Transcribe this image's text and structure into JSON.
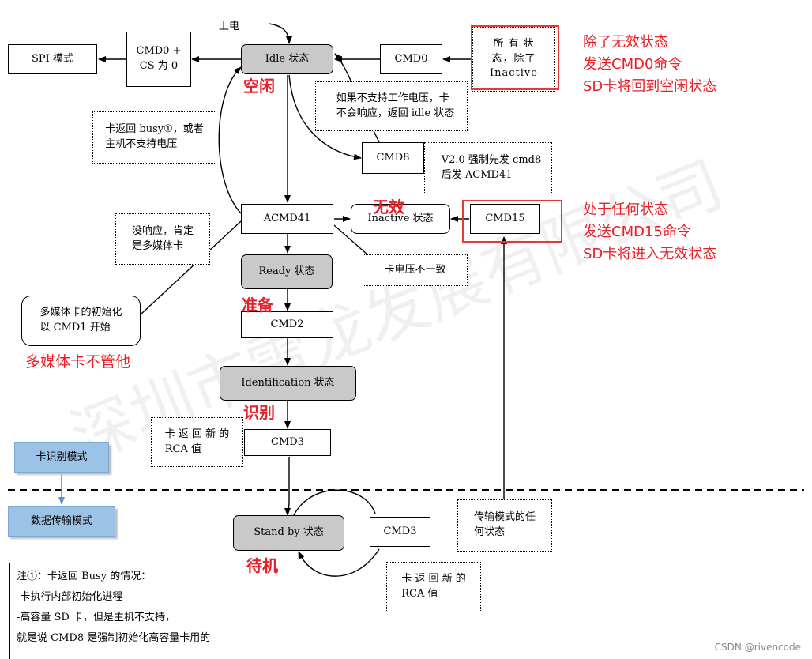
{
  "power_on": "上电",
  "nodes": {
    "spi": "SPI 模式",
    "cmd0_cs": "CMD0 +\nCS 为 0",
    "idle": "Idle 状态",
    "cmd0": "CMD0",
    "any_state": "所 有 状\n态，除了\nInactive",
    "cmd8": "CMD8",
    "acmd41": "ACMD41",
    "inactive": "Inactive 状态",
    "cmd15": "CMD15",
    "ready": "Ready 状态",
    "cmd2": "CMD2",
    "identification": "Identification 状态",
    "cmd3_a": "CMD3",
    "standby": "Stand by 状态",
    "cmd3_b": "CMD3"
  },
  "notes": {
    "busy": "卡返回 busy①，或者\n主机不支持电压",
    "no_support": "如果不支持工作电压，卡\n不会响应，返回 idle 状态",
    "v20": "V2.0 强制先发 cmd8\n后发 ACMD41",
    "no_response": "没响应，肯定\n是多媒体卡",
    "mmc_init": "多媒体卡的初始化\n以 CMD1 开始",
    "voltage_mismatch": "卡电压不一致",
    "rca_a": "卡 返 回 新 的\nRCA 值",
    "rca_b": "卡 返 回 新 的\nRCA 值",
    "transfer_any": "传输模式的任\n何状态"
  },
  "modes": {
    "card_id": "卡识别模式",
    "data_transfer": "数据传输模式"
  },
  "footnote": {
    "title": "注①：卡返回 Busy 的情况：",
    "line1": "-卡执行内部初始化进程",
    "line2": "-高容量 SD 卡，但是主机不支持，",
    "line3": "就是说 CMD8 是强制初始化高容量卡用的"
  },
  "annotations": {
    "idle_cn": "空闲",
    "invalid_cn": "无效",
    "ready_cn": "准备",
    "identify_cn": "识别",
    "standby_cn": "待机",
    "mmc_ignore": "多媒体卡不管他",
    "cmd0_note": [
      "除了无效状态",
      "发送CMD0命令",
      "SD卡将回到空闲状态"
    ],
    "cmd15_note": [
      "处于任何状态",
      "发送CMD15命令",
      "SD卡将进入无效状态"
    ]
  },
  "watermark": "深圳市雷龙发展有限公司",
  "credit": "CSDN @rivencode",
  "colors": {
    "accent_red": "#e8202a",
    "state_gray": "#c9c9c9",
    "mode_blue": "#9cc3e6"
  }
}
